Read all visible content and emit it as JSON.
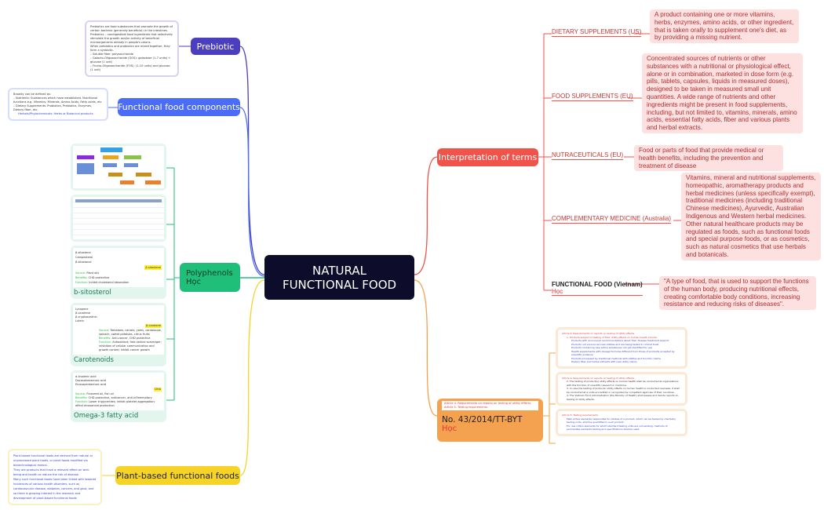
{
  "center": {
    "title": "NATURAL FUNCTIONAL FOOD",
    "color": "#0d0d2b"
  },
  "left": {
    "prebiotic": {
      "label": "Prebiotic",
      "color": "#4b3fbf",
      "note": [
        "Prebiotics are food substances that promote the growth of certain bacteria (generally beneficial) in the intestines.",
        "Prebiotics – nondigestible food ingredients that selectively stimulate the growth and/or activity of beneficial microorganisms already in people's colons.",
        "When prebiotics and probiotics are mixed together, they form a synbiotic.",
        "– Soluble fiber: polysaccharide",
        "– Galacto-Oligosaccharide (GOS): galactose (1-7 units) + glucose (1 unit)",
        "– Fructo-Oligosaccharide (FOS): (1-10 units) and glucose (1 unit)"
      ]
    },
    "components": {
      "label": "Functional food components",
      "color": "#4a6cf7",
      "note": [
        "Broadly can be defined as:",
        "– Nutrients: Substances which have established. Nutritional functions e.g. Vitamins, Minerals, Amino Acids, Fatty acids, etc",
        "– Dietary Supplements: Probiotics, Prebiotics, Enzymes, Dietary fiber, etc.",
        "Herbals/Phytochemicals: Herbs or Botanical products"
      ]
    },
    "polyphenols": {
      "label": "Polyphenols",
      "sublabel": "Học",
      "color": "#1fbf7a",
      "sitosterol": {
        "title": "b-sitosterol",
        "items": [
          "β-sitosterol",
          "Campesterol",
          "β-sitostanol"
        ],
        "tag": "β-sitosterol",
        "rows": [
          [
            "Source:",
            "Plant oils"
          ],
          [
            "Benefits:",
            "CHD protective"
          ],
          [
            "Function:",
            "Inhibit cholesterol absorption"
          ]
        ]
      },
      "carotenoids": {
        "title": "Carotenoids",
        "items": [
          "Lycopene",
          "β-carotene",
          "β-cryptoxanthin",
          "Lutein"
        ],
        "tag": "β-carotene",
        "rows": [
          [
            "Source:",
            "Tomatoes, carrots, yams, cantaloupe, spinach, sweet potatoes, citrus fruits"
          ],
          [
            "Benefits:",
            "Anti-cancer, CHD protective"
          ],
          [
            "Function:",
            "Antioxidant; free-radical scavenger; inhibition of cellular communication and growth control; inhibit cancer growth"
          ]
        ]
      },
      "omega3": {
        "title": "Omega-3 fatty acid",
        "items": [
          "α-linolenic acid",
          "Docosahexaenoic acid",
          "Eicosapentaenoic acid"
        ],
        "tag": "DHA",
        "rows": [
          [
            "Source:",
            "Flaxseed oil, fish oil"
          ],
          [
            "Benefits:",
            "CHD protective, anticancer, anti-inflammatory"
          ],
          [
            "Function:",
            "Lower triglycerides; inhibit platelet aggregation; affect eicosanoid production"
          ]
        ]
      }
    },
    "plant": {
      "label": "Plant-based functional foods",
      "color": "#f5d327",
      "note": [
        "Plant-based functional foods are derived from natural or unprocessed plant foods, or plant foods modified via biotechnological means.",
        "They are products that have a relevant effect on well-being and health or reduce the risk of disease.",
        "Many such functional foods have been linked with lowered incidences of various health disorders, such as cardiovascular disease, diabetes, cancers, and gout, and so there is growing interest in the research and development of plant-based functional foods"
      ]
    }
  },
  "right": {
    "interpretation": {
      "label": "Interpretation of terms",
      "color": "#f0534a",
      "terms": [
        {
          "term": "DIETARY SUPPLEMENTS (US)",
          "desc": "A product containing one or more vitamins, herbs, enzymes, amino acids, or other ingredient, that is taken orally to supplement one's diet, as by providing a missing nutrient."
        },
        {
          "term": "FOOD SUPPLEMENTS (EU)",
          "desc": "Concentrated sources of nutrients or other substances with a nutritional or physiological effect, alone or in combination, marketed in dose form (e.g. pills, tablets, capsules, liquids in measured doses), designed to be taken in measured small unit quantities. A wide range of nutrients and other ingredients might be present in food supplements, including, but not limited to, vitamins, minerals, amino acids, essential fatty acids, fiber and various plants and herbal extracts."
        },
        {
          "term": "NUTRACEUTICALS (EU)",
          "desc": "Food or parts of food that provide medical or health benefits, including the prevention and treatment of disease"
        },
        {
          "term": "COMPLEMENTARY MEDICINE (Australia)",
          "desc": "Vitamins, mineral and nutritional supplements, homeopathic, aromatherapy products and herbal medicines (unless specifically exempt), traditional medicines (including traditional Chinese medicines), Ayurvedic, Australian Indigenous and Western herbal medicines. Other natural healthcare products may be regulated as foods, such as functional foods and special purpose foods, or as cosmetics, such as natural cosmetics that use herbals and botanicals."
        },
        {
          "term": "FUNCTIONAL FOOD (Vietnam)",
          "sublabel": "Học",
          "desc": "\"A type of food, that is used to support the functions of the human body, producing nutritional effects, creating comfortable body conditions, increasing resistance and reducing risks of diseases\"."
        }
      ]
    },
    "circular": {
      "label": "No. 43/2014/TT-BYT",
      "sublabel": "Học",
      "color": "#f4a24f",
      "links": [
        "Article 4. Requirements on reports on testing of utility effects",
        "Article 5. Testing requirements"
      ],
      "articles": [
        {
          "head": "Article 4. Requirements on reports on testing of utility effects",
          "lines": [
            "1. Products subject to testing of their utility effects on human health include:",
            "Products with announced recommendations about their disease treatment support",
            "Products not announced new utilities and are being tested in clinical trials",
            "Products containing new active substances not yet identified for use",
            "Health supplements with dosage formulas different from those of products accepted by scientific evidence",
            "Products processed by traditional methods with utilities and function claims",
            "Dietary fiber and herbal extracts with new utility claims"
          ]
        },
        {
          "head": "Article 4. Requirements on reports on testing of utility effects",
          "lines": [
            "2. The testing of product(s) utility effects on human health shall be conducted at organizations with the function of scientific research in medicine.",
            "3. In case the testing of products' utility effects on human health is conducted overseas, it shall be conducted at a units accredited or recognized by competent agencies of their countries.",
            "4. The Vietnam Food Administration (the Ministry of Health) shall assess and decide reports on testing of utility effects."
          ]
        },
        {
          "head": "Article 5. Testing requirements",
          "lines": [
            "Main active elements responsible for utilities of a product, which can be tested by chemistry testing units, shall be quantified in such product.",
            "For raw cotton elements for which standard testing units are not existing, methods of permissible elements testing and specifications shall be used."
          ]
        }
      ]
    }
  }
}
